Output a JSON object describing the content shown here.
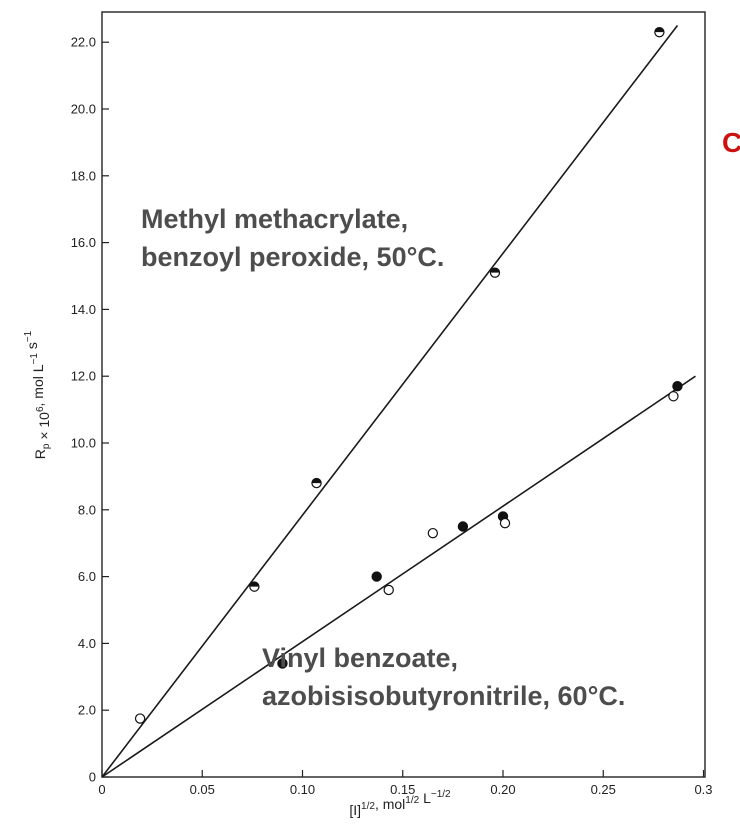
{
  "chart_data": {
    "type": "scatter",
    "xlabel": "[I]^1/2, mol^1/2 L^−1/2",
    "ylabel": "Rp × 10^6, mol L^−1 s^−1",
    "xlim": [
      0,
      0.3
    ],
    "ylim": [
      0,
      23
    ],
    "x_ticks": [
      0,
      0.05,
      0.1,
      0.15,
      0.2,
      0.25,
      0.3
    ],
    "x_tick_labels": [
      "0",
      "0.05",
      "0.10",
      "0.15",
      "0.20",
      "0.25",
      "0.3"
    ],
    "y_ticks": [
      0,
      2,
      4,
      6,
      8,
      10,
      12,
      14,
      16,
      18,
      20,
      22
    ],
    "y_tick_labels": [
      "0",
      "2.0",
      "4.0",
      "6.0",
      "8.0",
      "10.0",
      "12.0",
      "14.0",
      "16.0",
      "18.0",
      "20.0",
      "22.0"
    ],
    "grid": false,
    "series": [
      {
        "name": "Methyl methacrylate, benzoyl peroxide, 50°C.",
        "fit_line": {
          "x": [
            0,
            0.287
          ],
          "y": [
            0,
            22.5
          ]
        },
        "points": [
          {
            "x": 0.076,
            "y": 5.7,
            "marker": "half"
          },
          {
            "x": 0.107,
            "y": 8.8,
            "marker": "half"
          },
          {
            "x": 0.196,
            "y": 15.1,
            "marker": "half"
          },
          {
            "x": 0.278,
            "y": 22.3,
            "marker": "half"
          }
        ]
      },
      {
        "name": "Vinyl benzoate, azobisisobutyronitrile, 60°C.",
        "fit_line": {
          "x": [
            0,
            0.296
          ],
          "y": [
            0,
            12.0
          ]
        },
        "points": [
          {
            "x": 0.019,
            "y": 1.75,
            "marker": "open"
          },
          {
            "x": 0.09,
            "y": 3.4,
            "marker": "filled"
          },
          {
            "x": 0.137,
            "y": 6.0,
            "marker": "filled"
          },
          {
            "x": 0.143,
            "y": 5.6,
            "marker": "open"
          },
          {
            "x": 0.165,
            "y": 7.3,
            "marker": "open"
          },
          {
            "x": 0.18,
            "y": 7.5,
            "marker": "filled"
          },
          {
            "x": 0.2,
            "y": 7.8,
            "marker": "filled"
          },
          {
            "x": 0.201,
            "y": 7.6,
            "marker": "open"
          },
          {
            "x": 0.285,
            "y": 11.4,
            "marker": "open"
          },
          {
            "x": 0.287,
            "y": 11.7,
            "marker": "filled"
          }
        ]
      }
    ],
    "annotations": [
      {
        "lines": [
          "Methyl methacrylate,",
          "benzoyl peroxide, 50°C."
        ]
      },
      {
        "lines": [
          "Vinyl benzoate,",
          "azobisisobutyronitrile, 60°C."
        ]
      }
    ]
  },
  "page": {
    "edge_letter": "C"
  }
}
